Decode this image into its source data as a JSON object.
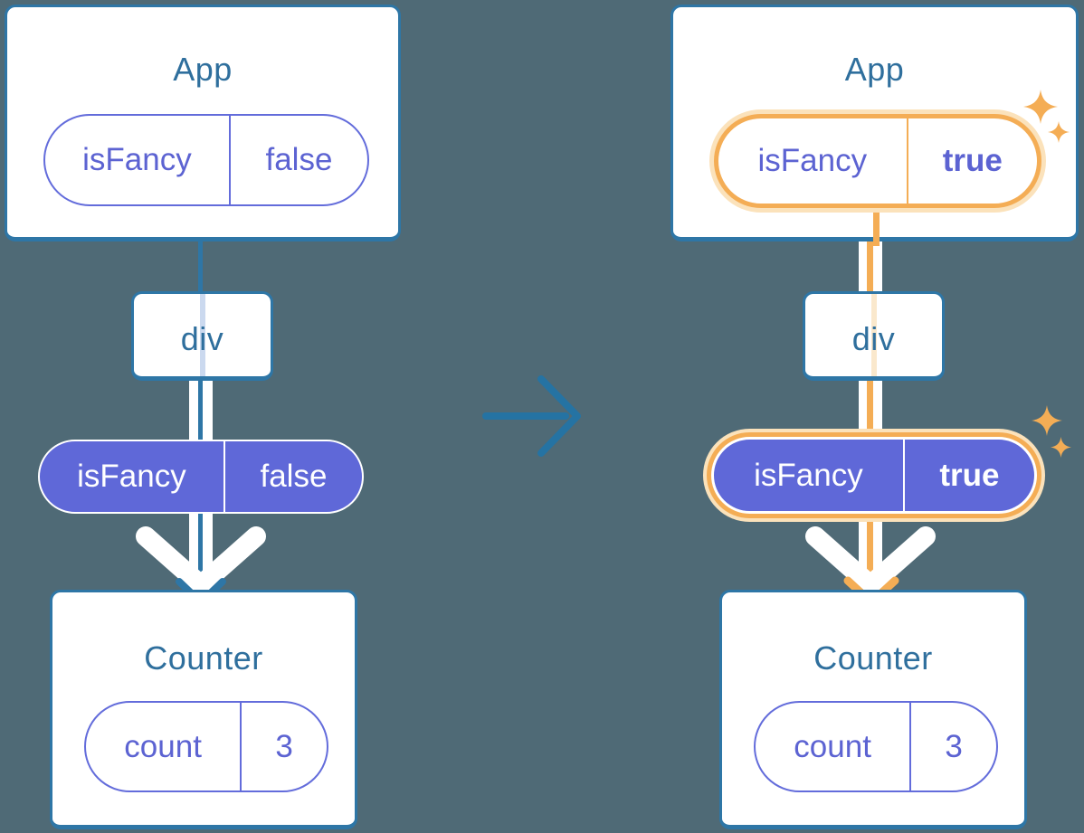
{
  "diagram": {
    "before": {
      "app_title": "App",
      "app_prop_label": "isFancy",
      "app_prop_value": "false",
      "container_label": "div",
      "passed_prop_label": "isFancy",
      "passed_prop_value": "false",
      "counter_title": "Counter",
      "counter_state_label": "count",
      "counter_state_value": "3"
    },
    "after": {
      "app_title": "App",
      "app_prop_label": "isFancy",
      "app_prop_value": "true",
      "container_label": "div",
      "passed_prop_label": "isFancy",
      "passed_prop_value": "true",
      "counter_title": "Counter",
      "counter_state_label": "count",
      "counter_state_value": "3"
    },
    "icons": {
      "transition_arrow": "right-arrow",
      "flow_arrowhead": "down-chevron",
      "highlight": "sparkle"
    },
    "colors": {
      "background": "#4F6A76",
      "card_border": "#2E76A6",
      "title_text": "#2F6F9D",
      "indigo_text": "#5C63D2",
      "indigo_border": "#636CDB",
      "purple_fill": "#5F68D8",
      "white": "#FFFFFF",
      "highlight_orange": "#F4AD55",
      "highlight_orange_light": "#FBE2BB",
      "faint_line_blue": "#CBD9EF",
      "faint_line_orange": "#FAE8CC",
      "arrow_blue": "#2573A3"
    }
  }
}
